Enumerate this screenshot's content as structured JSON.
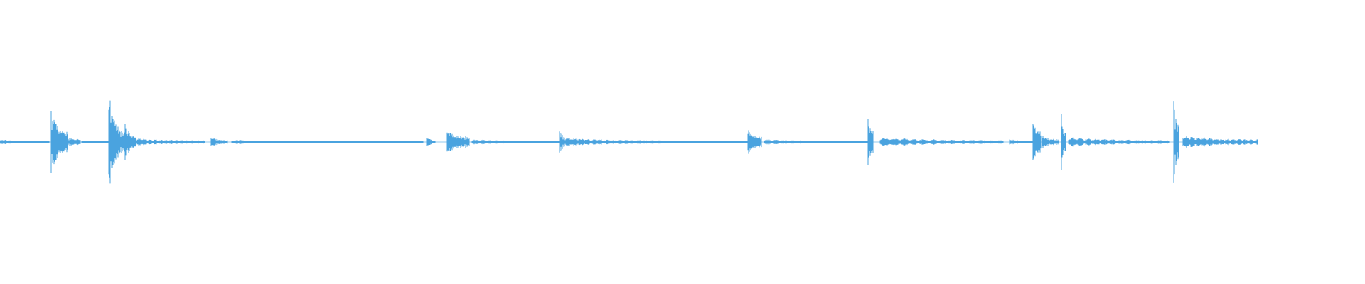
{
  "waveform": {
    "color": "#4aa3df",
    "background": "#ffffff",
    "duration_fraction": 0.922,
    "bursts": [
      {
        "t": 0.0,
        "len": 0.036,
        "amp": 0.04
      },
      {
        "t": 0.038,
        "len": 0.012,
        "amp": 0.45
      },
      {
        "t": 0.045,
        "len": 0.014,
        "amp": 0.12
      },
      {
        "t": 0.06,
        "len": 0.02,
        "amp": 0.03
      },
      {
        "t": 0.08,
        "len": 0.004,
        "amp": 0.9
      },
      {
        "t": 0.083,
        "len": 0.01,
        "amp": 0.38
      },
      {
        "t": 0.092,
        "len": 0.008,
        "amp": 0.25
      },
      {
        "t": 0.1,
        "len": 0.05,
        "amp": 0.06
      },
      {
        "t": 0.155,
        "len": 0.012,
        "amp": 0.08
      },
      {
        "t": 0.17,
        "len": 0.14,
        "amp": 0.03
      },
      {
        "t": 0.313,
        "len": 0.006,
        "amp": 0.08
      },
      {
        "t": 0.328,
        "len": 0.016,
        "amp": 0.2
      },
      {
        "t": 0.346,
        "len": 0.064,
        "amp": 0.04
      },
      {
        "t": 0.41,
        "len": 0.004,
        "amp": 0.22
      },
      {
        "t": 0.414,
        "len": 0.06,
        "amp": 0.07
      },
      {
        "t": 0.474,
        "len": 0.074,
        "amp": 0.03
      },
      {
        "t": 0.548,
        "len": 0.01,
        "amp": 0.2
      },
      {
        "t": 0.56,
        "len": 0.076,
        "amp": 0.04
      },
      {
        "t": 0.636,
        "len": 0.004,
        "amp": 0.42
      },
      {
        "t": 0.645,
        "len": 0.09,
        "amp": 0.07
      },
      {
        "t": 0.74,
        "len": 0.02,
        "amp": 0.04
      },
      {
        "t": 0.757,
        "len": 0.006,
        "amp": 0.4
      },
      {
        "t": 0.764,
        "len": 0.012,
        "amp": 0.1
      },
      {
        "t": 0.778,
        "len": 0.003,
        "amp": 0.38
      },
      {
        "t": 0.783,
        "len": 0.074,
        "amp": 0.07
      },
      {
        "t": 0.86,
        "len": 0.004,
        "amp": 0.62
      },
      {
        "t": 0.867,
        "len": 0.055,
        "amp": 0.1
      }
    ]
  }
}
